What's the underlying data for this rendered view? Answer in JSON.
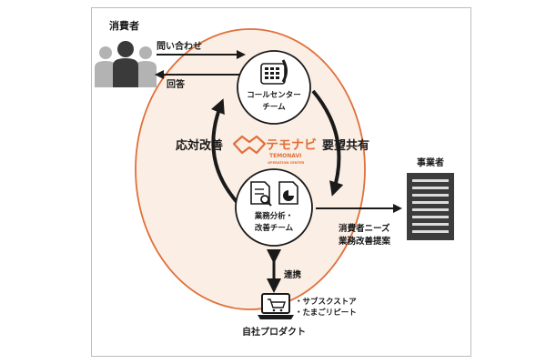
{
  "consumer_label": "消費者",
  "inquiry_label": "問い合わせ",
  "answer_label": "回答",
  "call_center": {
    "line1": "コールセンター",
    "line2": "チーム"
  },
  "response_improvement": "応対改善",
  "request_sharing": "要望共有",
  "brand": {
    "name": "テモナビ",
    "romaji": "TEMONAVI",
    "tagline": "OPERATION CENTER"
  },
  "analysis_team": {
    "line1": "業務分析・",
    "line2": "改善チーム"
  },
  "business_label": "事業者",
  "needs_label": {
    "line1": "消費者ニーズ",
    "line2": "業務改善提案"
  },
  "cooperation_label": "連携",
  "products": [
    "・サブスクストア",
    "・たまごリピート"
  ],
  "own_products_label": "自社プロダクト",
  "colors": {
    "accent": "#e0703a",
    "circle_fill": "#fbeee4",
    "building": "#3c3c3c",
    "dark": "#1a1a1a"
  },
  "icons": [
    "people-icon",
    "phone-icon",
    "handshake-logo-icon",
    "document-search-icon",
    "document-chart-icon",
    "building-icon",
    "laptop-cart-icon"
  ]
}
